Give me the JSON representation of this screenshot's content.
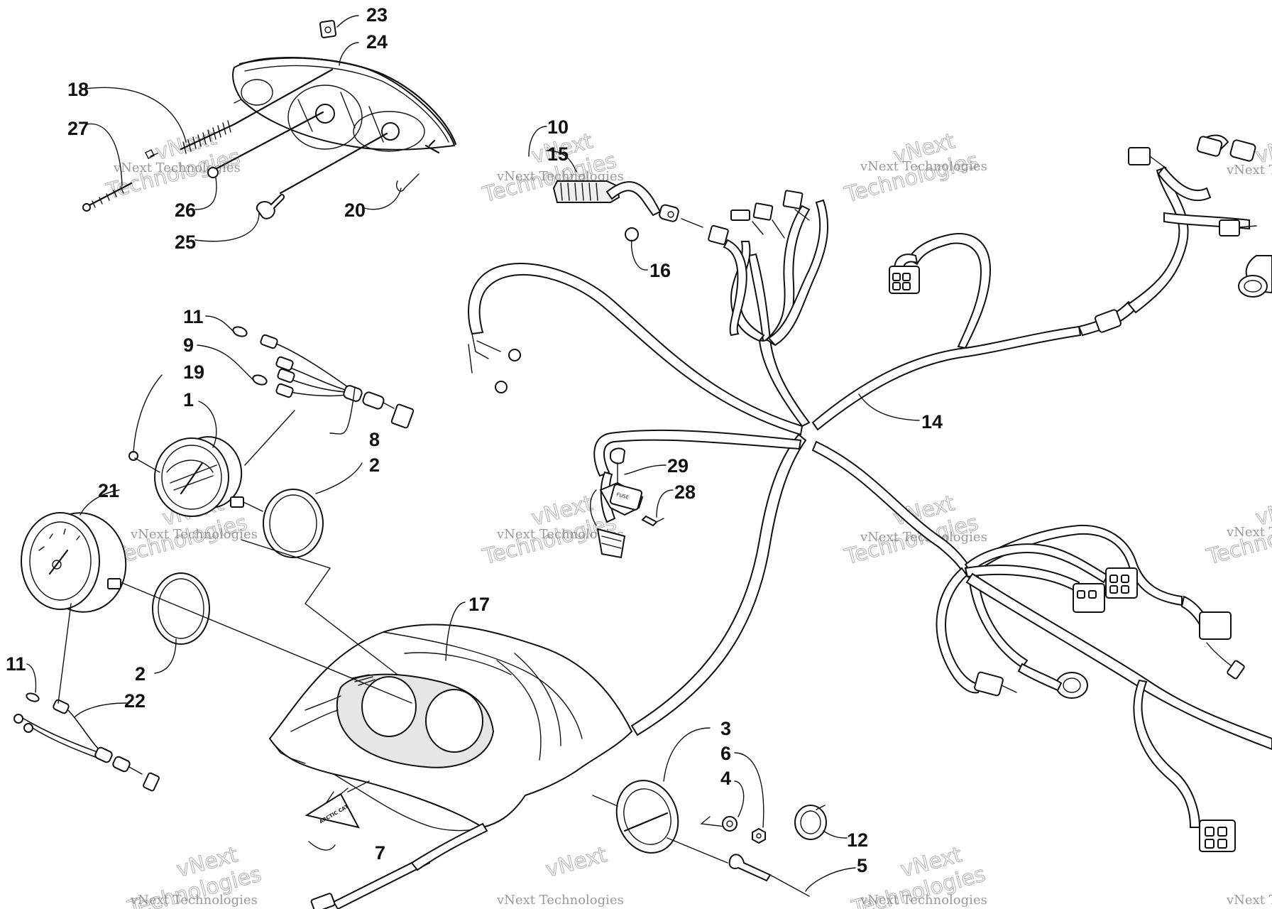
{
  "watermark": {
    "line1": "vNext",
    "line2": "Technologies",
    "small": "vNext Technologies"
  },
  "callouts": [
    "1",
    "2",
    "2",
    "3",
    "4",
    "5",
    "6",
    "7",
    "8",
    "9",
    "10",
    "11",
    "11",
    "12",
    "14",
    "15",
    "16",
    "17",
    "18",
    "19",
    "20",
    "21",
    "22",
    "23",
    "24",
    "25",
    "26",
    "27",
    "28",
    "29"
  ],
  "parts": {
    "headlight": "headlight-assembly",
    "speedometer": "speedometer-gauge",
    "tachometer": "tachometer-gauge",
    "bezel": "gauge-bezel-ring",
    "console": "instrument-console",
    "harness": "main-wiring-harness",
    "ignition": "ignition-switch",
    "decal": "arctic-cat-decal-logo"
  },
  "decal_text": "ARCTIC CAT"
}
